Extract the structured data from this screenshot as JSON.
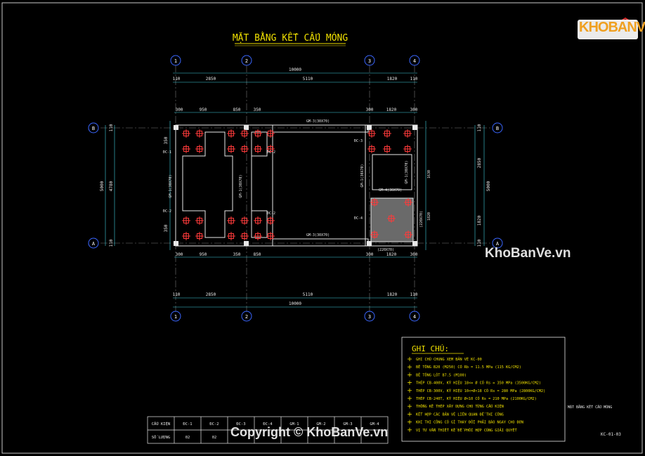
{
  "title": "MẶT BẰNG KẾT CẤU MÓNG",
  "logo_text": "KHOBANVE",
  "watermark_right": "KhoBanVe.vn",
  "watermark_bottom": "Copyright © KhoBanVe.vn",
  "grid_axes": {
    "cols": [
      "1",
      "2",
      "3",
      "4"
    ],
    "rows": [
      "B",
      "A"
    ]
  },
  "dims_top": {
    "overall": "10000",
    "seg1": "2850",
    "seg2": "5110",
    "seg3": "1820",
    "end_l": "110",
    "end_r": "110"
  },
  "dims_inner_top": [
    "300",
    "950",
    "850",
    "350",
    "300",
    "1820",
    "300"
  ],
  "dims_bottom_inner": [
    "300",
    "950",
    "350",
    "850",
    "300",
    "1820",
    "300"
  ],
  "dims_left": {
    "overall": "5000",
    "inner": "4780",
    "a": "110",
    "b": "350",
    "c": "350",
    "d": "110"
  },
  "dims_right": {
    "overall": "5000",
    "a": "2850",
    "b": "1820",
    "c": "110",
    "d": "110"
  },
  "labels": {
    "gm3_top": "GM-3(30X70)",
    "gm3_bot": "GM-3(30X70)",
    "gm4": "GM-4(30X70)",
    "gm1_left": "GM-1(30X70)",
    "gm1_mid": "GM-1(30X70)",
    "gm1_r1": "GM-1(30X70)",
    "gm1_r2": "GM-1(30X70)",
    "gm1_r3": "GM-1(30X70)",
    "dc1": "ĐC-1",
    "dc2a": "ĐC-2",
    "dc2b": "ĐC-2",
    "dc3": "ĐC-3",
    "dc4": "ĐC-4",
    "dc2c": "ĐC-2",
    "s220a": "(220X70)",
    "s220b": "(220X70)",
    "v1630": "1630",
    "v1820": "1820",
    "v2850": "2850",
    "v300": "300",
    "v350": "350"
  },
  "notes": {
    "heading": "GHI CHÚ:",
    "items": [
      "GHI CHÚ CHUNG XEM BẢN VẼ KC-00",
      "BÊ TÔNG B20 (M250) CÓ Rb = 11.5 MPa (115 KG/CM2)",
      "BÊ TÔNG LÓT B7.5 (M100)",
      "THÉP CB-400V, KÝ HIỆU 18<= Ø CÓ Rs = 350 MPa (3500KG/CM2)",
      "THÉP CB-300V, KÝ HIỆU 10<=Ø<18 CÓ Rs = 280 MPa (2800KG/CM2)",
      "THÉP CB-240T, KÝ HIỆU Ø<10 CÓ Rs = 210 MPa (2100KG/CM2)",
      "THỐNG KÊ THÉP XÂY DỰNG CHO TỪNG CẤU KIỆN",
      "KẾT HỢP CÁC BẢN VẼ LIÊN QUAN ĐỂ THI CÔNG",
      "KHI THI CÔNG CÓ GÌ THAY ĐỔI PHẢI BÁO NGAY CHO ĐƠN",
      "VỊ TƯ VẤN THIẾT KẾ ĐỂ PHỐI HỢP CÙNG GIẢI QUYẾT"
    ]
  },
  "title_block": {
    "name": "MẶT BẰNG KẾT CẤU MÓNG",
    "code": "KC-01-03"
  },
  "table": {
    "headers": [
      "CẤU KIỆN",
      "ĐC-1",
      "ĐC-2",
      "ĐC-3",
      "ĐC-4",
      "GM-1",
      "GM-2",
      "GM-3",
      "GM-4"
    ],
    "row_label": "SỐ LƯỢNG",
    "values": [
      "02",
      "02",
      "",
      "",
      "",
      "",
      "",
      ""
    ]
  },
  "colors": {
    "line": "#e8e8e8",
    "accent": "#f0e000",
    "pile": "#ff3a3a",
    "cyan": "#40d0e0",
    "grid": "#3a66ff",
    "hatch": "#6a6a6a"
  }
}
